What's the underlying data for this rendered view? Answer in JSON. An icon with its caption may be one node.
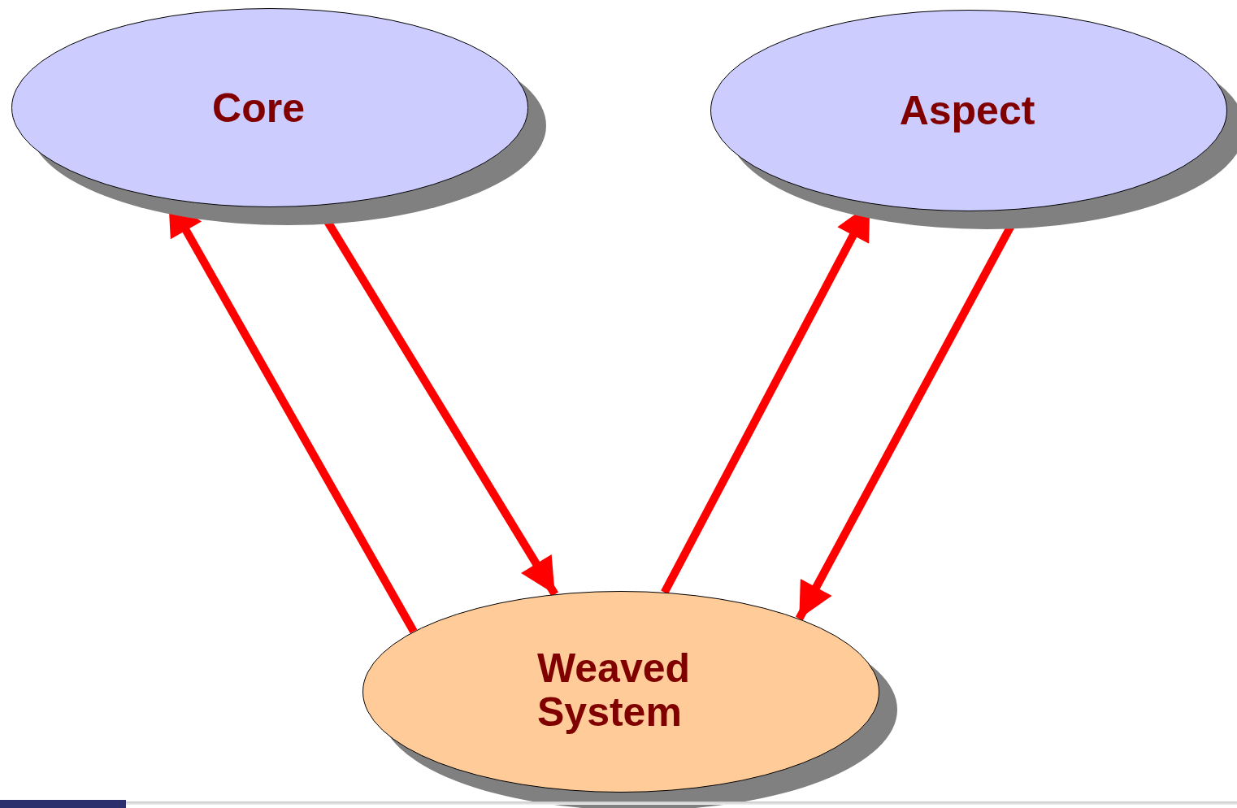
{
  "diagram": {
    "nodes": [
      {
        "text": [
          "Core"
        ]
      },
      {
        "text": [
          "Aspect"
        ]
      },
      {
        "text": [
          "Weaved System"
        ]
      }
    ],
    "edges": [
      {
        "from": 2,
        "to": 0,
        "arrow": "to"
      },
      {
        "from": 0,
        "to": 2,
        "arrow": "to"
      },
      {
        "from": 2,
        "to": 1,
        "arrow": "to"
      },
      {
        "from": 1,
        "to": 2,
        "arrow": "to"
      }
    ]
  }
}
